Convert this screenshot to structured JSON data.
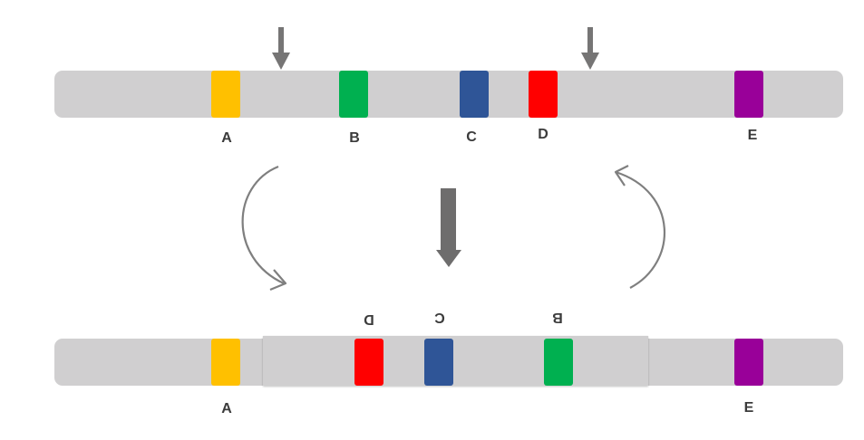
{
  "colors": {
    "chromosome": "#d0cfd0",
    "arrow": "#767575",
    "curve": "#7f7f7f",
    "label": "#3b3b3b",
    "segments": {
      "A": "#ffc000",
      "B": "#00b050",
      "C": "#2f5597",
      "D": "#ff0000",
      "E": "#990099"
    }
  },
  "top_chromosome": {
    "segments": [
      {
        "label": "A",
        "color": "#ffc000"
      },
      {
        "label": "B",
        "color": "#00b050"
      },
      {
        "label": "C",
        "color": "#2f5597"
      },
      {
        "label": "D",
        "color": "#ff0000"
      },
      {
        "label": "E",
        "color": "#990099"
      }
    ],
    "break_points": [
      "break-arrow-left",
      "break-arrow-right"
    ]
  },
  "bottom_chromosome": {
    "segments": [
      {
        "label": "A",
        "color": "#ffc000",
        "mirrored": false
      },
      {
        "label": "D",
        "color": "#ff0000",
        "mirrored": true
      },
      {
        "label": "C",
        "color": "#2f5597",
        "mirrored": true
      },
      {
        "label": "B",
        "color": "#00b050",
        "mirrored": true
      },
      {
        "label": "E",
        "color": "#990099",
        "mirrored": false
      }
    ],
    "inverted_region": [
      "D",
      "C",
      "B"
    ]
  },
  "icons": {
    "break_arrow": "down-arrow-icon",
    "transform_arrow": "thick-down-arrow-icon",
    "rotate_left": "curved-arrow-icon",
    "rotate_right": "curved-arrow-icon"
  }
}
